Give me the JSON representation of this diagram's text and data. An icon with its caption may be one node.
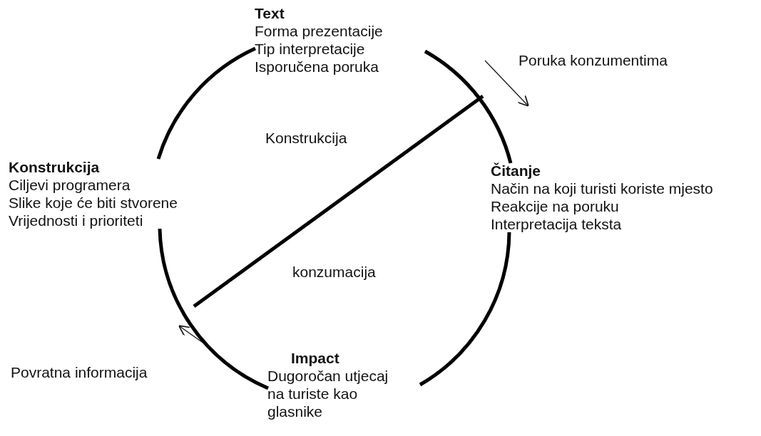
{
  "diagram": {
    "nodes": [
      {
        "text": [
          "Text",
          "Forma prezentacije",
          "Tip interpretacije",
          "Isporučena poruka"
        ]
      },
      {
        "text": [
          "Čitanje",
          "Način na koji turisti koriste mjesto",
          "Reakcije na poruku",
          "Interpretacija teksta"
        ]
      },
      {
        "text": [
          "Impact",
          "Dugoročan utjecaj na turiste kao glasnike"
        ]
      },
      {
        "text": [
          "Konstrukcija",
          "Ciljevi programera",
          "Slike koje će biti stvorene",
          "Vrijednosti i prioriteti"
        ]
      }
    ],
    "edges": [
      {
        "from": 0,
        "to": 1,
        "arrow": "none"
      },
      {
        "from": 1,
        "to": 2,
        "arrow": "none"
      },
      {
        "from": 2,
        "to": 3,
        "arrow": "none"
      },
      {
        "from": 3,
        "to": 0,
        "arrow": "none"
      }
    ],
    "labels": [
      "Poruka konzumentima",
      "Konstrukcija",
      "konzumacija",
      "Povratna informacija"
    ]
  }
}
